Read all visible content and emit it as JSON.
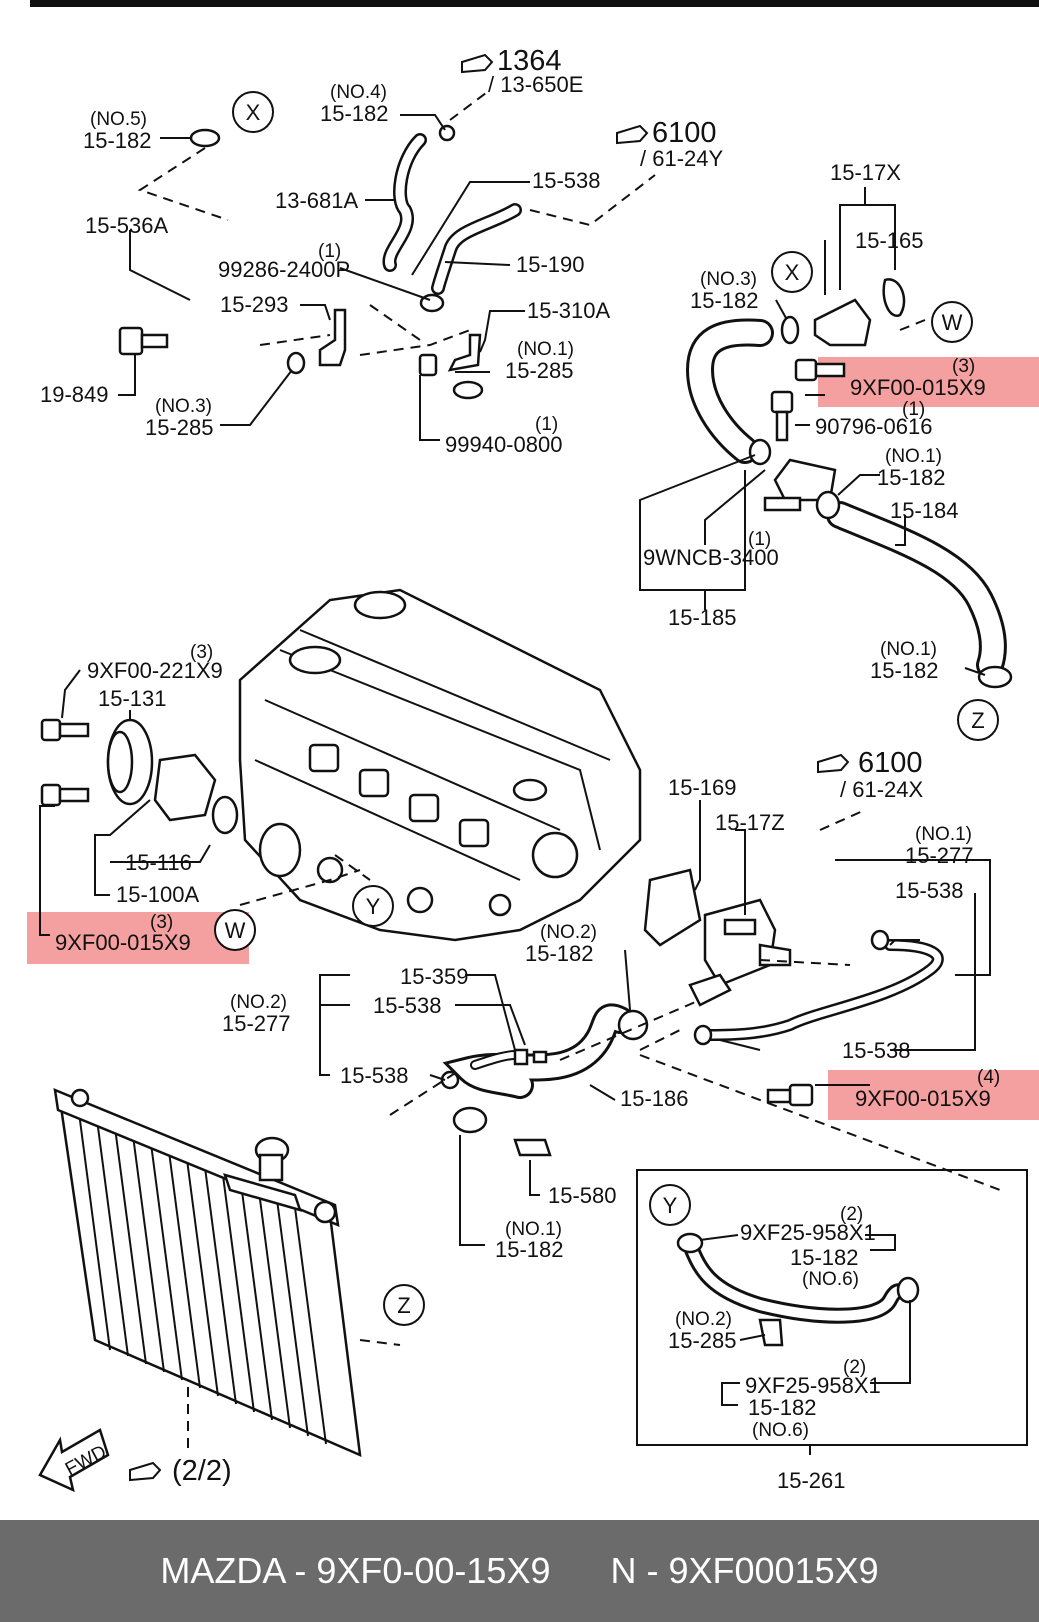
{
  "labels": {
    "ref_1364": "1364",
    "ref_13_650e": "/ 13-650E",
    "ref_6100_top": "6100",
    "ref_61_24y": "/ 61-24Y",
    "no4": "(NO.4)",
    "p15_182_no4": "15-182",
    "no5": "(NO.5)",
    "p15_182_no5": "15-182",
    "p13_681a": "13-681A",
    "p15_538_top": "15-538",
    "p15_536a": "15-536A",
    "qty1_a": "(1)",
    "p99286": "99286-2400P",
    "p15_190": "15-190",
    "p15_293": "15-293",
    "p15_310a": "15-310A",
    "no1_a": "(NO.1)",
    "p15_285_no1": "15-285",
    "p19_849": "19-849",
    "no3_a": "(NO.3)",
    "p15_285_no3": "15-285",
    "qty1_b": "(1)",
    "p99940": "99940-0800",
    "p15_17x": "15-17X",
    "p15_165": "15-165",
    "no3_b": "(NO.3)",
    "p15_182_no3": "15-182",
    "qty3_a": "(3)",
    "p9xf00_015x9_a": "9XF00-015X9",
    "qty1_c": "(1)",
    "p90796": "90796-0616",
    "no1_b": "(NO.1)",
    "p15_182_no1_a": "15-182",
    "p15_184": "15-184",
    "qty1_d": "(1)",
    "p9wncb": "9WNCB-3400",
    "p15_185": "15-185",
    "no1_c": "(NO.1)",
    "p15_182_no1_b": "15-182",
    "qty3_b": "(3)",
    "p9xf00_221x9": "9XF00-221X9",
    "p15_131": "15-131",
    "p15_116": "15-116",
    "p15_100a": "15-100A",
    "qty3_c": "(3)",
    "p9xf00_015x9_b": "9XF00-015X9",
    "p15_169": "15-169",
    "p15_17z": "15-17Z",
    "ref_6100_mid": "6100",
    "ref_61_24x": "/ 61-24X",
    "no1_d": "(NO.1)",
    "p15_277_no1": "15-277",
    "p15_538_r1": "15-538",
    "no2_a": "(NO.2)",
    "p15_182_no2": "15-182",
    "p15_359": "15-359",
    "no2_b": "(NO.2)",
    "p15_277_no2": "15-277",
    "p15_538_l1": "15-538",
    "p15_538_l2": "15-538",
    "p15_538_r2": "15-538",
    "qty4": "(4)",
    "p9xf00_015x9_c": "9XF00-015X9",
    "p15_186": "15-186",
    "p15_580": "15-580",
    "no1_e": "(NO.1)",
    "p15_182_no1_c": "15-182",
    "qty2_a": "(2)",
    "p9xf25_a": "9XF25-958X1",
    "p15_182_no6_a": "15-182",
    "no6_a": "(NO.6)",
    "no2_c": "(NO.2)",
    "p15_285_no2": "15-285",
    "qty2_b": "(2)",
    "p9xf25_b": "9XF25-958X1",
    "p15_182_no6_b": "15-182",
    "no6_b": "(NO.6)",
    "p15_261": "15-261",
    "page_ref": "(2/2)",
    "fwd": "FWD",
    "circle_x": "X",
    "circle_w": "W",
    "circle_y": "Y",
    "circle_z": "Z"
  },
  "footer": {
    "left": "MAZDA - 9XF0-00-15X9",
    "right": "N - 9XF00015X9"
  },
  "colors": {
    "highlight": "#f4a0a0",
    "footer_bg": "#6b6b6b",
    "line": "#111111"
  }
}
